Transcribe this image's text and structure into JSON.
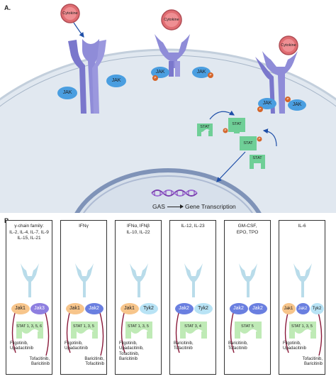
{
  "panel_a": {
    "label": "A.",
    "cytokine_label": "Cytokine",
    "jak_label": "JAK",
    "p_label": "P",
    "stat_label": "STAT",
    "gas_label": "GAS",
    "gene_transcription_label": "Gene Transcription"
  },
  "panel_b": {
    "label": "B.",
    "boxes": [
      {
        "title": "γ-chain family:\nIL-2, IL-4, IL-7, IL-9\nIL-15, IL-21",
        "jaks": [
          "Jak1",
          "Jak3"
        ],
        "stats": "STAT 1, 3, 5, 6",
        "drugs_left": "Filgotinib,\nUpadacitinib",
        "drugs_right": "Tofacitinib,\nBaricitinib"
      },
      {
        "title": "IFNγ",
        "jaks": [
          "Jak1",
          "Jak2"
        ],
        "stats": "STAT 1, 3, 5",
        "drugs_left": "Filgotinib,\nUpadacitinib",
        "drugs_right": "Baricitinib,\nTofacitinib"
      },
      {
        "title": "IFNα, IFNβ\nIL-10, IL-22",
        "jaks": [
          "Jak1",
          "Tyk2"
        ],
        "stats": "STAT 1, 3, 5",
        "drugs_left": "Filgotinib,\nUpadacitinib,\nTofacitinib,\nBaricitinib",
        "drugs_right": ""
      },
      {
        "title": "IL-12, IL-23",
        "jaks": [
          "Jak2",
          "Tyk2"
        ],
        "stats": "STAT 3, 4",
        "drugs_left": "Baricitinib,\nTofacitinib",
        "drugs_right": ""
      },
      {
        "title": "GM-CSF,\nEPO, TPO",
        "jaks": [
          "Jak2",
          "Jak2"
        ],
        "stats": "STAT 5",
        "drugs_left": "Baricitinib,\nTofacitinib",
        "drugs_right": ""
      },
      {
        "title": "IL-6",
        "jaks": [
          "Jak1",
          "Jak2",
          "Tyk2"
        ],
        "stats": "STAT 1, 3, 5",
        "drugs_left": "Filgotinib,\nUpadacitinib",
        "drugs_right": "Tofacitinib,\nBaricitinib"
      }
    ]
  },
  "colors": {
    "receptor": "#8a87d6",
    "receptor_dark": "#6f6bc4",
    "jak": "#4fa3e0",
    "cytokine": "#e6767a",
    "phosphate": "#d8662c",
    "stat": "#6fcf97",
    "cell": "#dde6ef",
    "nucleus": "#8fa6c9",
    "dna": "#7b3fb0",
    "jak1": "#f7c58b",
    "jak2": "#6a7fe0",
    "jak3": "#8e7fe0",
    "tyk2": "#b8e3f5",
    "ghost_receptor": "#b9dcea",
    "stat_ghost": "#bfeab6",
    "arrow": "#8a1a3a"
  }
}
